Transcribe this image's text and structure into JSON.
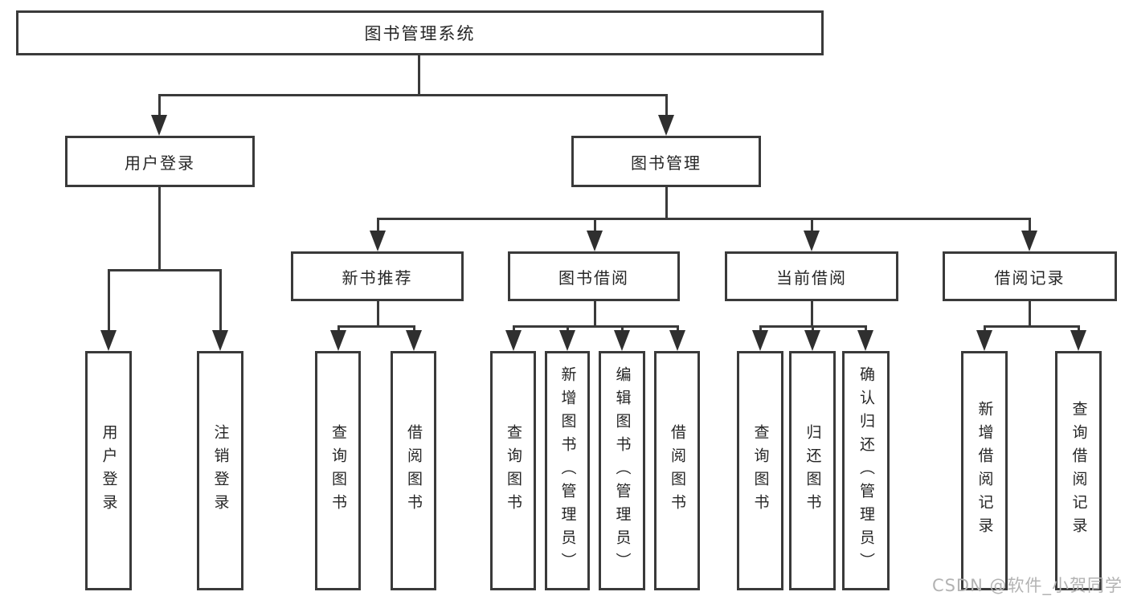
{
  "tree": {
    "root": "图书管理系统",
    "branches": [
      {
        "label": "用户登录",
        "children": [
          {
            "label": "用户登录"
          },
          {
            "label": "注销登录"
          }
        ]
      },
      {
        "label": "图书管理",
        "groups": [
          {
            "label": "新书推荐",
            "children": [
              {
                "label": "查询图书"
              },
              {
                "label": "借阅图书"
              }
            ]
          },
          {
            "label": "图书借阅",
            "children": [
              {
                "label": "查询图书"
              },
              {
                "label": "新增图书（管理员）"
              },
              {
                "label": "编辑图书（管理员）"
              },
              {
                "label": "借阅图书"
              }
            ]
          },
          {
            "label": "当前借阅",
            "children": [
              {
                "label": "查询图书"
              },
              {
                "label": "归还图书"
              },
              {
                "label": "确认归还（管理员）"
              }
            ]
          },
          {
            "label": "借阅记录",
            "children": [
              {
                "label": "新增借阅记录"
              },
              {
                "label": "查询借阅记录"
              }
            ]
          }
        ]
      }
    ]
  },
  "watermark": {
    "text": "CSDN @软件_小贺同学"
  },
  "colors": {
    "box_border": "#3a3a3a",
    "line": "#3a3a3a",
    "arrow": "#2f2f2f",
    "text": "#262626",
    "watermark": "#b3b3b3",
    "background": "#ffffff"
  }
}
